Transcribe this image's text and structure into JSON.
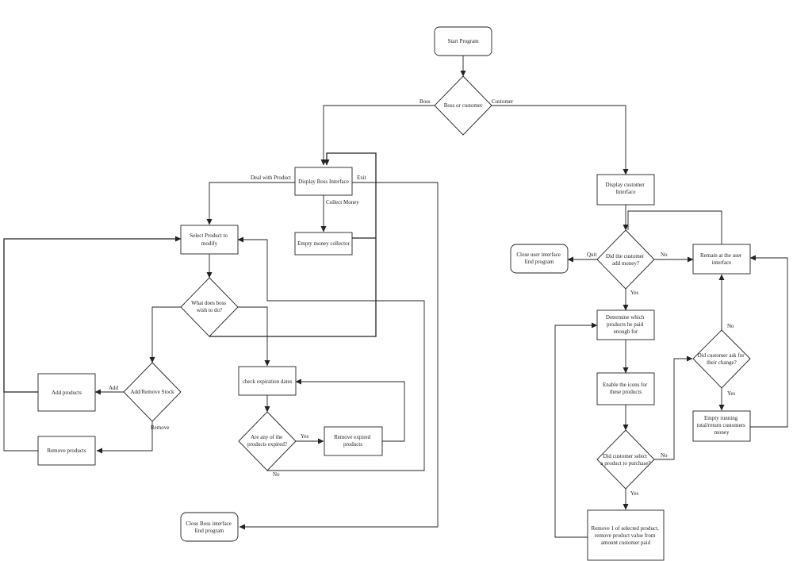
{
  "nodes": {
    "start": "Start Program",
    "boss_or_customer": [
      "Boss or customer"
    ],
    "display_boss": "Display Boss Interface",
    "empty_collector": "Empty money collector",
    "select_product": [
      "Select Product to",
      "modify"
    ],
    "what_boss": [
      "What does boss",
      "wish to do?"
    ],
    "add_remove": [
      "Add/Remove Stock"
    ],
    "add_products": "Add products",
    "remove_products": "Remove products",
    "check_exp": "check expiration dates",
    "expired_q": [
      "Are any of the",
      "products expired?"
    ],
    "remove_expired": [
      "Remove expired",
      "products"
    ],
    "close_boss": [
      "Close Boss interface",
      "End program"
    ],
    "display_customer": [
      "Display customer",
      "Interface"
    ],
    "add_money_q": [
      "Did the customer",
      "add money?"
    ],
    "close_user": [
      "Close user interface",
      "End program"
    ],
    "remain": [
      "Remain at the user",
      "interface"
    ],
    "determine": [
      "Determine which",
      "products he paid",
      "enough for"
    ],
    "enable_icons": [
      "Enable the icons for",
      "these products"
    ],
    "select_purchase_q": [
      "Did customer select",
      "a product to purchase?"
    ],
    "remove_one": [
      "Remove 1 of selected product,",
      "remove product value from",
      "amount customer paid"
    ],
    "change_q": [
      "Did customer ask for",
      "their change?"
    ],
    "empty_running": [
      "Empty running",
      "total/return customers",
      "money"
    ]
  },
  "edge_labels": {
    "boss": "Boss",
    "customer": "Customer",
    "deal_with_product": "Deal with Product",
    "exit": "Exit",
    "collect_money": "Collect Money",
    "add": "Add",
    "remove": "Remove",
    "yes_expired": "Yes",
    "no_expired": "No",
    "quit": "Quit",
    "no_money": "No",
    "yes_money": "Yes",
    "no_purchase": "No",
    "yes_purchase": "Yes",
    "no_change": "No",
    "yes_change": "Yes"
  }
}
